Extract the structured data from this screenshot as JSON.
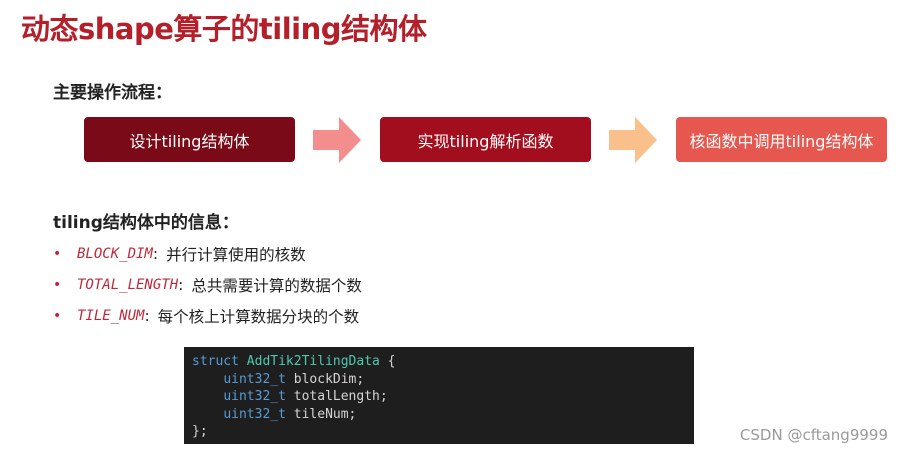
{
  "title": "动态shape算子的tiling结构体",
  "flow": {
    "heading": "主要操作流程：",
    "steps": [
      {
        "label": "设计tiling结构体",
        "color": "#7a0a17"
      },
      {
        "label": "实现tiling解析函数",
        "color": "#a30e1e"
      },
      {
        "label": "核函数中调用tiling结构体",
        "color": "#e6584f"
      }
    ],
    "arrow_colors": [
      "#f48e8e",
      "#f9c08b"
    ]
  },
  "info": {
    "heading": "tiling结构体中的信息：",
    "bullet_symbol": "•",
    "items": [
      {
        "name": "BLOCK_DIM",
        "sep": ":",
        "desc": "并行计算使用的核数"
      },
      {
        "name": "TOTAL_LENGTH",
        "sep": ":",
        "desc": "总共需要计算的数据个数"
      },
      {
        "name": "TILE_NUM",
        "sep": ":",
        "desc": "每个核上计算数据分块的个数"
      }
    ]
  },
  "code": {
    "keyword_struct": "struct",
    "struct_name": "AddTik2TilingData",
    "open": " {",
    "close": "};",
    "field_type": "uint32_t",
    "fields": [
      "blockDim;",
      "totalLength;",
      "tileNum;"
    ]
  },
  "watermark": "CSDN @cftang9999"
}
